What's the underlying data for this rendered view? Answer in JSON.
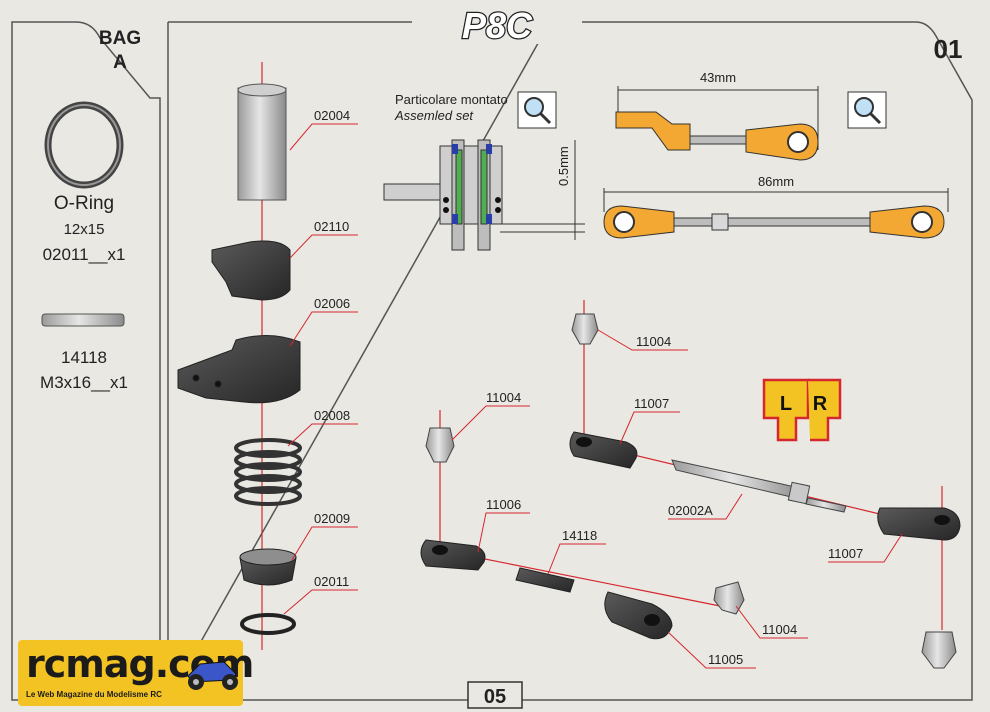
{
  "header": {
    "title": "P8C",
    "step": "01",
    "page_number": "05"
  },
  "bag": {
    "label_line1": "BAG",
    "label_line2": "A"
  },
  "sidebar": {
    "oring": {
      "name": "O-Ring",
      "size": "12x15",
      "code": "02011__x1"
    },
    "pin": {
      "code": "14118",
      "spec": "M3x16__x1"
    }
  },
  "callouts": {
    "c02004": "02004",
    "c02110": "02110",
    "c02006": "02006",
    "c02008": "02008",
    "c02009": "02009",
    "c02011": "02011",
    "c11004a": "11004",
    "c11004b": "11004",
    "c11004c": "11004",
    "c11007a": "11007",
    "c11007b": "11007",
    "c11006": "11006",
    "c14118": "14118",
    "c02002A": "02002A",
    "c11005": "11005"
  },
  "assembled": {
    "line1": "Particolare montato",
    "line2": "Assemled set",
    "dimension": "0.5mm"
  },
  "links": {
    "short_length": "43mm",
    "long_length": "86mm"
  },
  "lr_badge": {
    "left": "L",
    "right": "R"
  },
  "logo": {
    "name": "rcmag.com",
    "tagline": "Le Web Magazine du Modelisme RC"
  },
  "colors": {
    "accent_red": "#d6272f",
    "part_orange": "#f3a833",
    "part_dark": "#3b3b3b",
    "logo_yellow": "#f3c323"
  }
}
